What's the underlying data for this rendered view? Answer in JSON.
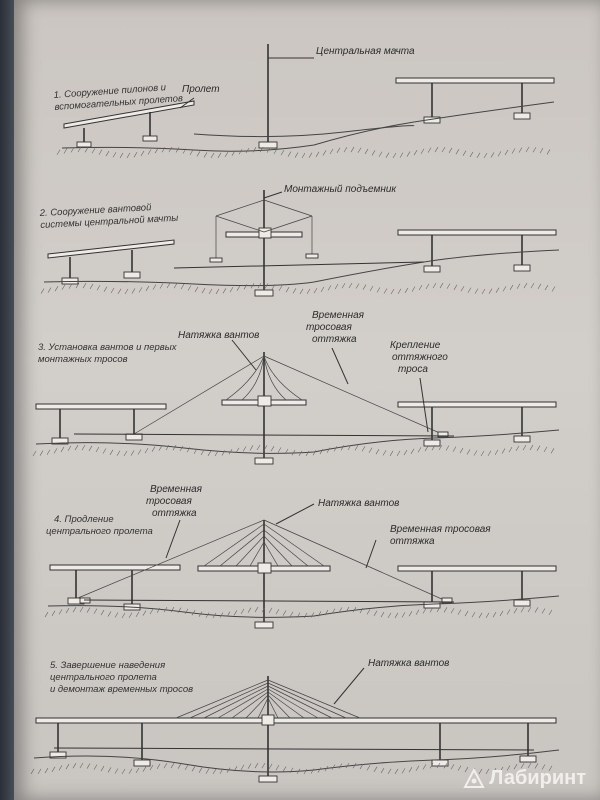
{
  "stages": [
    {
      "caption": [
        "1. Сооружение пилонов и",
        "вспомогательных пролетов"
      ],
      "labels": {
        "span": "Пролет",
        "mast": "Центральная мачта"
      }
    },
    {
      "caption": [
        "2. Сооружение вантовой",
        "системы центральной мачты"
      ],
      "labels": {
        "lift": "Монтажный подъемник"
      }
    },
    {
      "caption": [
        "3. Установка вантов и первых",
        "монтажных тросов"
      ],
      "labels": {
        "tension": "Натяжка вантов",
        "temp": [
          "Временная",
          "тросовая",
          "оттяжка"
        ],
        "anchor": [
          "Крепление",
          "оттяжного",
          "троса"
        ]
      }
    },
    {
      "caption": [
        "4. Продление",
        "центрального пролета"
      ],
      "labels": {
        "temp_left": [
          "Временная",
          "тросовая",
          "оттяжка"
        ],
        "tension": "Натяжка вантов",
        "temp_right": [
          "Временная тросовая",
          "оттяжка"
        ]
      }
    },
    {
      "caption": [
        "5. Завершение наведения",
        "центрального пролета",
        "и демонтаж временных тросов"
      ],
      "labels": {
        "tension": "Натяжка вантов"
      }
    }
  ],
  "watermark": "Лабиринт",
  "colors": {
    "paper": "#d0ccc8",
    "ink": "#333333",
    "background": "#3a3f46"
  }
}
